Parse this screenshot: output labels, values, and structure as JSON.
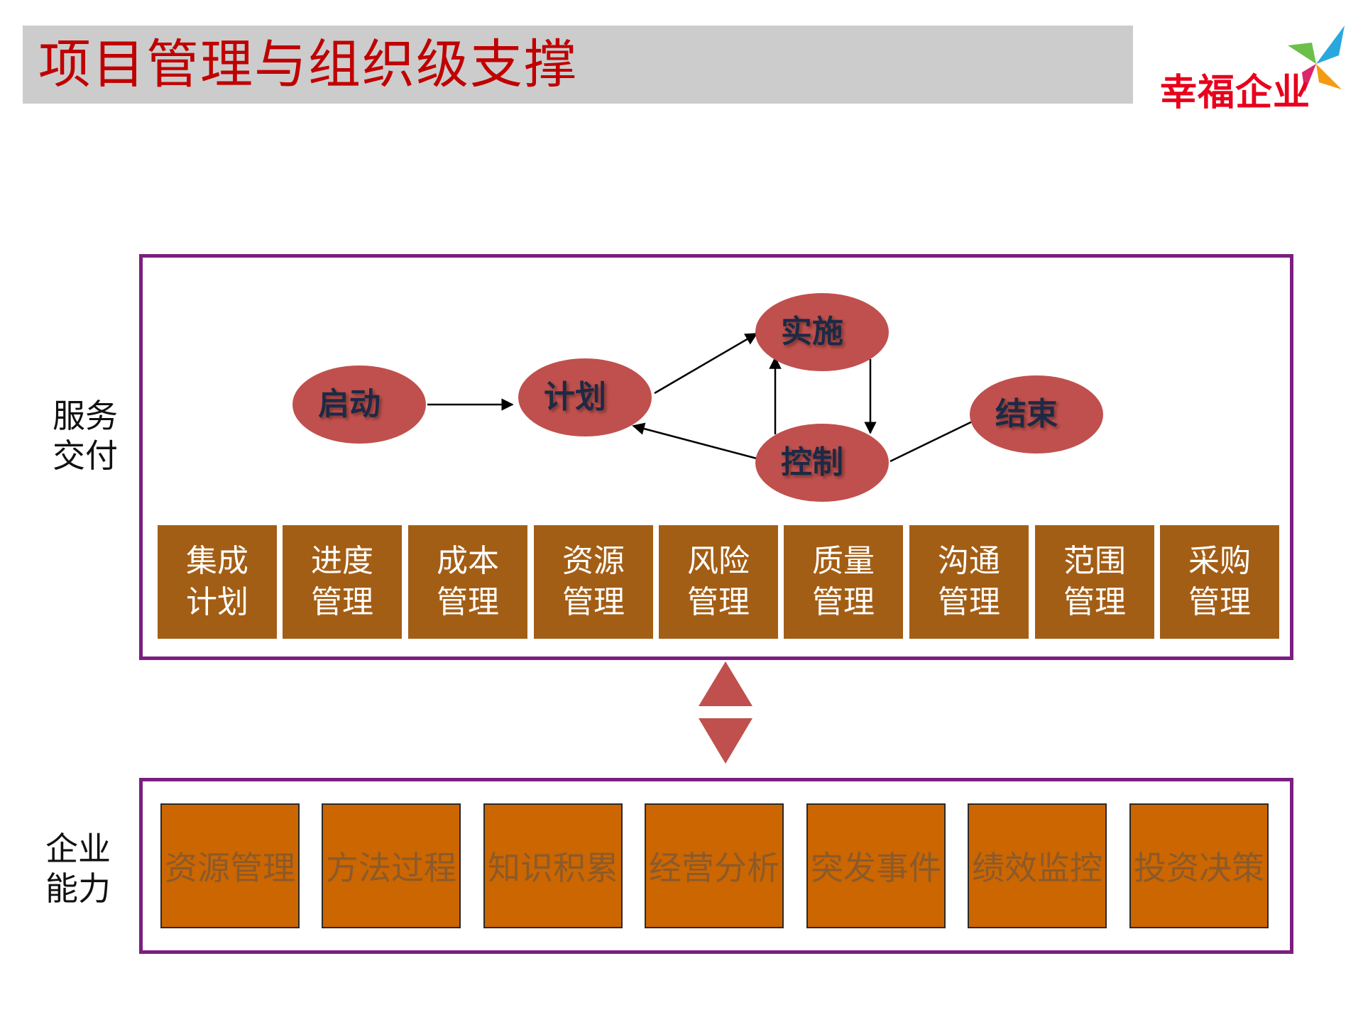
{
  "header": {
    "title": "项目管理与组织级支撑",
    "logo_text": "幸福企业",
    "logo_icon": "pinwheel-icon"
  },
  "colors": {
    "title": "#c00000",
    "title_bar": "#cccccc",
    "frame_border": "#7b1f7f",
    "node_fill": "#c0504d",
    "module_fill": "#a35e15",
    "capability_fill": "#cc6600",
    "logo_text": "#e8001c"
  },
  "service_delivery": {
    "label": "服务\n交付",
    "nodes": [
      {
        "id": "start",
        "label": "启动"
      },
      {
        "id": "plan",
        "label": "计划"
      },
      {
        "id": "execute",
        "label": "实施"
      },
      {
        "id": "control",
        "label": "控制"
      },
      {
        "id": "close",
        "label": "结束"
      }
    ],
    "edges": [
      {
        "from": "start",
        "to": "plan"
      },
      {
        "from": "plan",
        "to": "execute"
      },
      {
        "from": "execute",
        "to": "control"
      },
      {
        "from": "control",
        "to": "execute"
      },
      {
        "from": "control",
        "to": "plan"
      },
      {
        "from": "control",
        "to": "close"
      }
    ],
    "modules": [
      "集成\n计划",
      "进度\n管理",
      "成本\n管理",
      "资源\n管理",
      "风险\n管理",
      "质量\n管理",
      "沟通\n管理",
      "范围\n管理",
      "采购\n管理"
    ]
  },
  "connector_icon": "bidirectional-arrow-icon",
  "enterprise_capability": {
    "label": "企业\n能力",
    "items": [
      "资源管理",
      "方法过程",
      "知识积累",
      "经营分析",
      "突发事件",
      "绩效监控",
      "投资决策"
    ]
  }
}
